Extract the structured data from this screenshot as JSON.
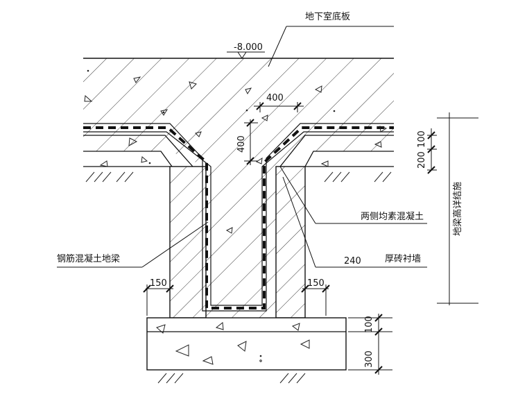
{
  "labels": {
    "basement_floor": "地下室底板",
    "elevation": "-8.000",
    "both_sides_plain_concrete": "两侧均素混凝土",
    "rc_ground_beam": "钢筋混凝土地梁",
    "brick_lining_wall": "厚砖衬墙",
    "brick_thickness": "240",
    "beam_height_per_structure": "地梁高详结施"
  },
  "dimensions": {
    "horizontal_400": "400",
    "vertical_400": "400",
    "left_150": "150",
    "right_150": "150",
    "right_100": "100",
    "right_200": "200",
    "bottom_100": "100",
    "bottom_300": "300"
  }
}
